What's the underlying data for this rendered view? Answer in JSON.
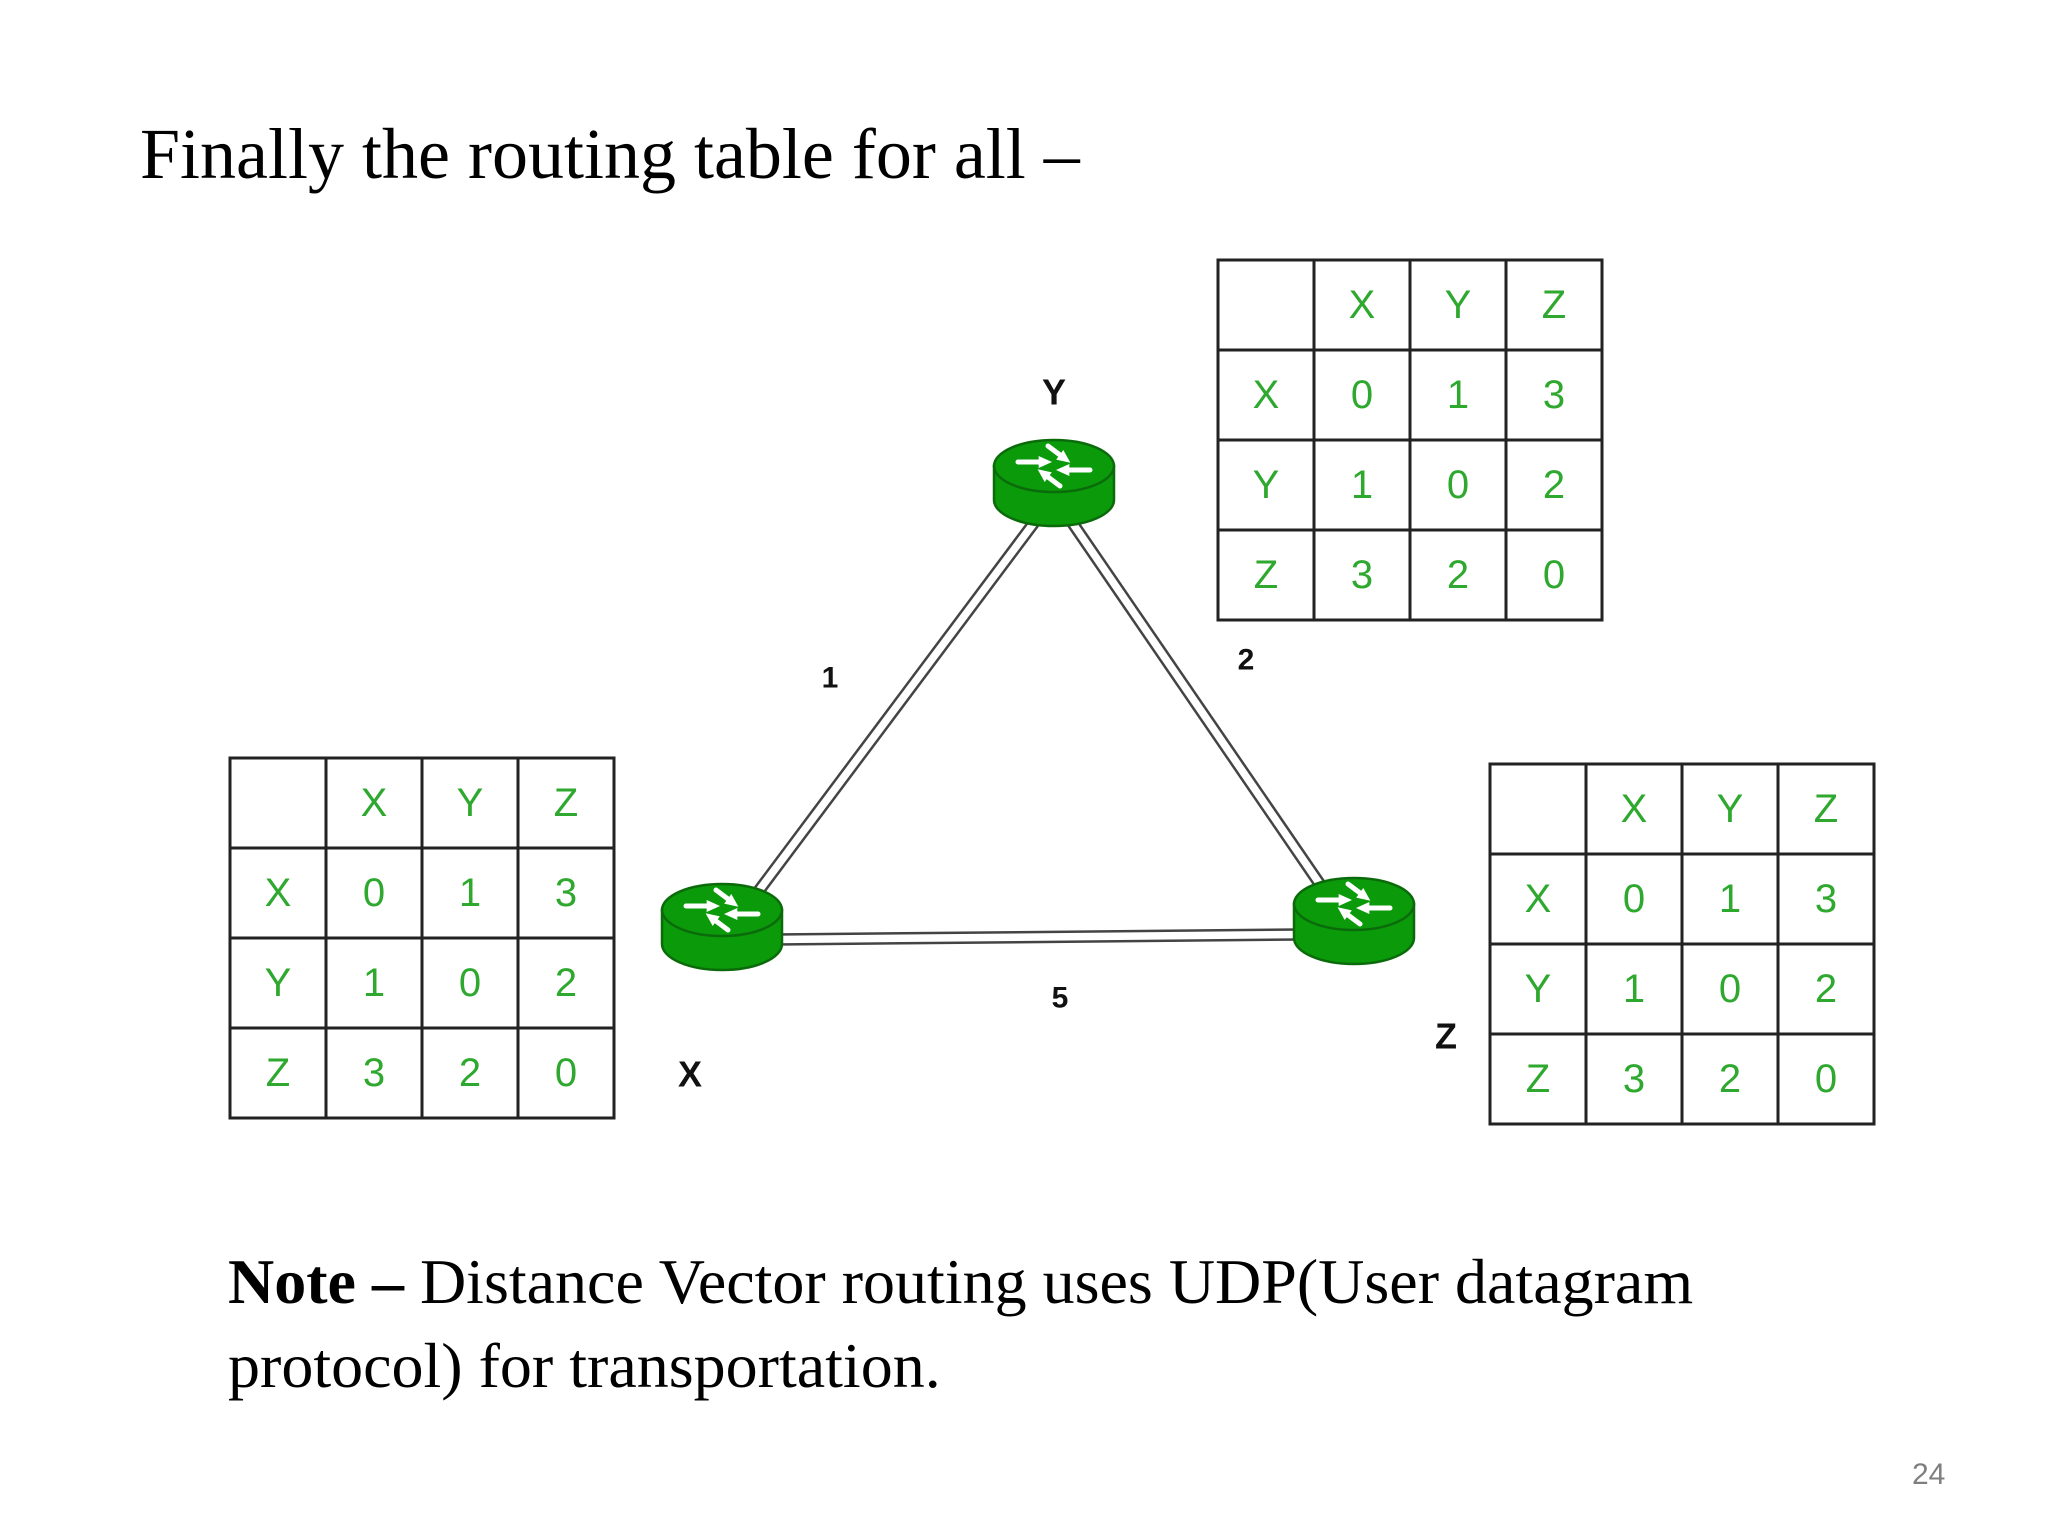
{
  "slide": {
    "title": "Finally the routing table for all –",
    "note_bold": "Note –",
    "note_text": " Distance Vector routing uses UDP(User datagram protocol) for transportation.",
    "page_number": "24"
  },
  "colors": {
    "router_green": "#0a9a0a",
    "router_dark": "#0b6b0b",
    "cell_text": "#2ea82e",
    "link": "#444444"
  },
  "nodes": [
    {
      "id": "X",
      "label": "X",
      "icon": "router-icon"
    },
    {
      "id": "Y",
      "label": "Y",
      "icon": "router-icon"
    },
    {
      "id": "Z",
      "label": "Z",
      "icon": "router-icon"
    }
  ],
  "edges": [
    {
      "from": "X",
      "to": "Y",
      "cost": "1"
    },
    {
      "from": "Y",
      "to": "Z",
      "cost": "2"
    },
    {
      "from": "X",
      "to": "Z",
      "cost": "5"
    }
  ],
  "routing_tables": [
    {
      "router": "Y",
      "header": [
        "",
        "X",
        "Y",
        "Z"
      ],
      "rows": [
        [
          "X",
          "0",
          "1",
          "3"
        ],
        [
          "Y",
          "1",
          "0",
          "2"
        ],
        [
          "Z",
          "3",
          "2",
          "0"
        ]
      ]
    },
    {
      "router": "X",
      "header": [
        "",
        "X",
        "Y",
        "Z"
      ],
      "rows": [
        [
          "X",
          "0",
          "1",
          "3"
        ],
        [
          "Y",
          "1",
          "0",
          "2"
        ],
        [
          "Z",
          "3",
          "2",
          "0"
        ]
      ]
    },
    {
      "router": "Z",
      "header": [
        "",
        "X",
        "Y",
        "Z"
      ],
      "rows": [
        [
          "X",
          "0",
          "1",
          "3"
        ],
        [
          "Y",
          "1",
          "0",
          "2"
        ],
        [
          "Z",
          "3",
          "2",
          "0"
        ]
      ]
    }
  ]
}
